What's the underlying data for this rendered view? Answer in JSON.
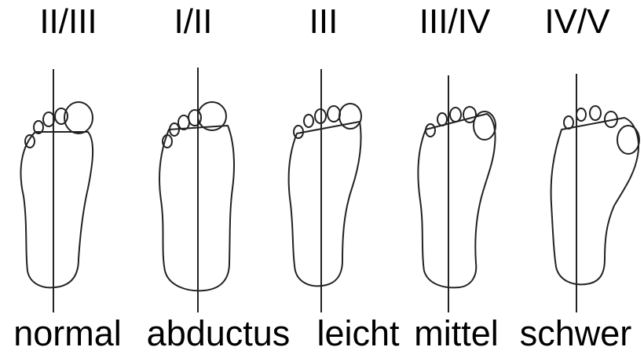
{
  "figure": {
    "grades": [
      {
        "grade": "II/III",
        "category": "normal"
      },
      {
        "grade": "I/II",
        "category": "abductus"
      },
      {
        "grade": "III",
        "category": "leicht"
      },
      {
        "grade": "III/IV",
        "category": "mittel"
      },
      {
        "grade": "IV/V",
        "category": "schwer"
      }
    ],
    "line_color": "#222222"
  }
}
